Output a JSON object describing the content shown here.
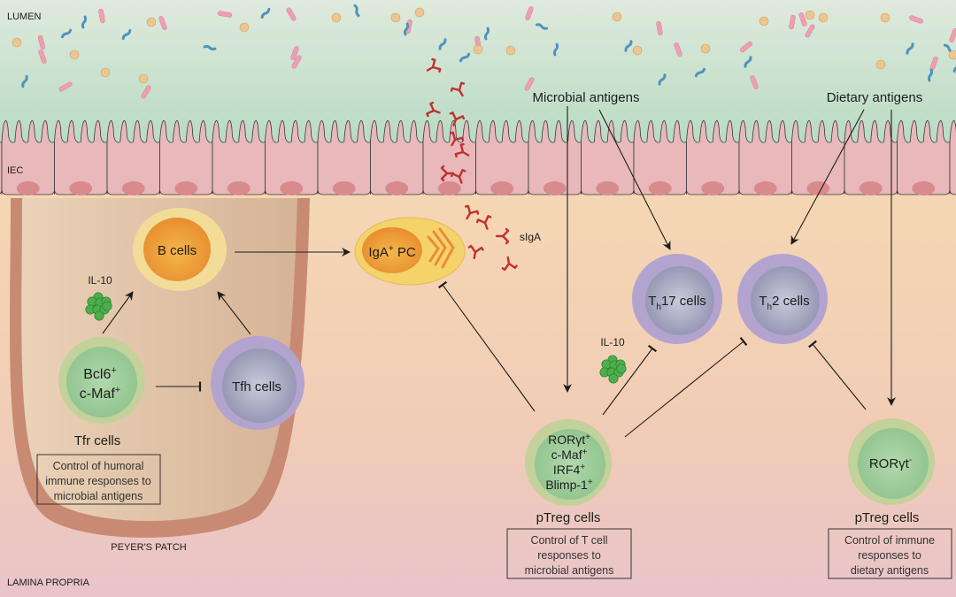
{
  "regions": {
    "lumen": "LUMEN",
    "iec": "IEC",
    "lamina_propria": "LAMINA PROPRIA",
    "peyers_patch": "PEYER'S PATCH"
  },
  "cells": {
    "b_cells": "B cells",
    "iga_pc": {
      "main": "IgA",
      "sup": "+",
      "rest": " PC"
    },
    "tfh": "Tfh cells",
    "tfr": {
      "lines": [
        {
          "t": "Bcl6",
          "s": "+"
        },
        {
          "t": "c-Maf",
          "s": "+"
        }
      ],
      "caption": "Tfr cells"
    },
    "th17": {
      "T": "T",
      "sub": "h",
      "rest": "17 cells"
    },
    "th2": {
      "T": "T",
      "sub": "h",
      "rest": "2 cells"
    },
    "ptreg1": {
      "lines": [
        {
          "t": "RORγt",
          "s": "+"
        },
        {
          "t": "c-Maf",
          "s": "+"
        },
        {
          "t": "IRF4",
          "s": "+"
        },
        {
          "t": "Blimp-1",
          "s": "+"
        }
      ],
      "caption": "pTreg cells"
    },
    "ptreg2": {
      "lines": [
        {
          "t": "RORγt",
          "s": "-"
        }
      ],
      "caption": "pTreg cells"
    }
  },
  "labels": {
    "il10_left": "IL-10",
    "il10_right": "IL-10",
    "siga": "sIgA",
    "microbial_antigens": "Microbial antigens",
    "dietary_antigens": "Dietary antigens"
  },
  "boxes": {
    "tfr_box": [
      "Control of humoral",
      "immune responses to",
      "microbial antigens"
    ],
    "ptreg1_box": [
      "Control of T cell",
      "responses to",
      "microbial antigens"
    ],
    "ptreg2_box": [
      "Control of immune",
      "responses to",
      "dietary antigens"
    ]
  },
  "colors": {
    "lumen_top": "#dbe9db",
    "lumen_bottom": "#bcdcc6",
    "iec_fill": "#e8b8bb",
    "iec_nucleus": "#d98a8c",
    "lp_top": "#f3d5b3",
    "lp_bottom": "#eac6c9",
    "patch_fill": "#dcbfa3",
    "patch_rim": "#c98a74",
    "antibody": "#c0312e",
    "il10": "#4cae4c",
    "b_outer": "#f2dc98",
    "b_inner": "#ec9a35",
    "th_outer": "#b3a3cf",
    "th_inner": "#9b9bb6",
    "treg_outer": "#c3d19a",
    "treg_inner": "#9cc997"
  }
}
